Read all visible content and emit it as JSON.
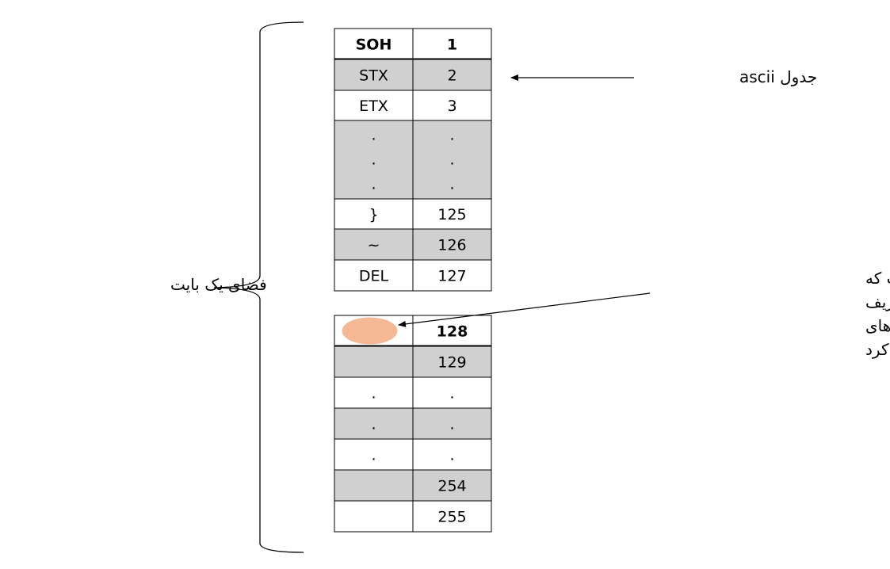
{
  "upper_table": {
    "rows": [
      {
        "name": "SOH",
        "code": "1",
        "shade": "white",
        "header": true
      },
      {
        "name": "STX",
        "code": "2",
        "shade": "gray"
      },
      {
        "name": "ETX",
        "code": "3",
        "shade": "white"
      },
      {
        "name": ".",
        "code": ".",
        "shade": "gray",
        "dots": true
      },
      {
        "name": "}",
        "code": "125",
        "shade": "white"
      },
      {
        "name": "~",
        "code": "126",
        "shade": "gray"
      },
      {
        "name": "DEL",
        "code": "127",
        "shade": "white"
      }
    ]
  },
  "lower_table": {
    "rows": [
      {
        "name": "",
        "code": "128",
        "shade": "white",
        "header": true,
        "marker": true
      },
      {
        "name": "",
        "code": "129",
        "shade": "gray"
      },
      {
        "name": ".",
        "code": ".",
        "shade": "white"
      },
      {
        "name": ".",
        "code": ".",
        "shade": "gray"
      },
      {
        "name": ".",
        "code": ".",
        "shade": "white"
      },
      {
        "name": "",
        "code": "254",
        "shade": "gray"
      },
      {
        "name": "",
        "code": "255",
        "shade": "white"
      }
    ]
  },
  "labels": {
    "ascii_table": "جدول ascii",
    "one_byte_space": "فضای یک بایت",
    "empty_space_lines": [
      "فضای خالی درون بایت که",
      "می توان از آن برای تعریف",
      "مجموعه کاراکتر های",
      "دلخواه استفاده کرد"
    ]
  },
  "colors": {
    "gray_fill": "#d0d0d0",
    "white_fill": "#ffffff",
    "marker_fill": "#f4b994",
    "line": "#000000"
  }
}
